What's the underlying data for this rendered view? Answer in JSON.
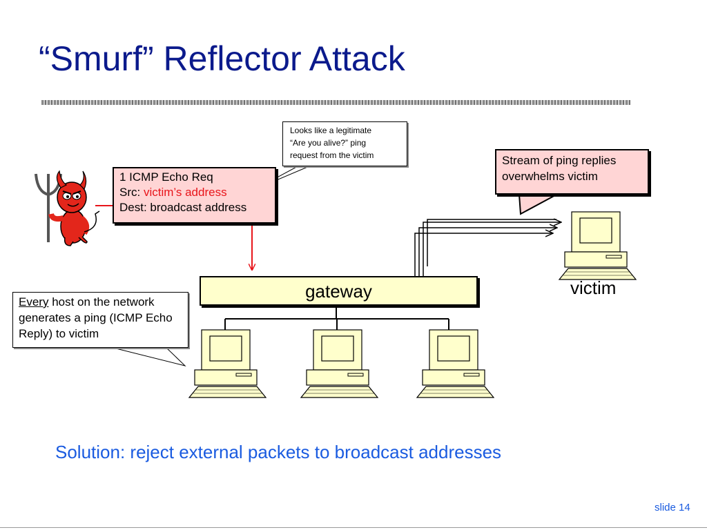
{
  "slide": {
    "title": "“Smurf” Reflector Attack",
    "slide_number": "slide 14",
    "solution": "Solution: reject external packets to broadcast addresses"
  },
  "echo_request": {
    "line1": "1 ICMP Echo Req",
    "src_label": "Src: ",
    "src_value": "victim’s address",
    "dest": "Dest: broadcast address"
  },
  "callouts": {
    "legit": [
      "Looks like a legitimate",
      "“Are you alive?” ping",
      "request from the victim"
    ],
    "stream": [
      "Stream of ping replies",
      "overwhelms victim"
    ],
    "every_word": "Every",
    "every_rest": " host on the network generates a ping (ICMP Echo Reply) to victim"
  },
  "gateway_label": "gateway",
  "victim_label": "victim",
  "colors": {
    "title": "#0b1a8c",
    "accent_blue": "#1a5be0",
    "pink_box": "#ffd5d5",
    "gateway_fill": "#ffffcc",
    "attack_red": "#e8141a",
    "devil_red": "#e3261b"
  },
  "icons": [
    "devil-icon",
    "computer-icon"
  ]
}
